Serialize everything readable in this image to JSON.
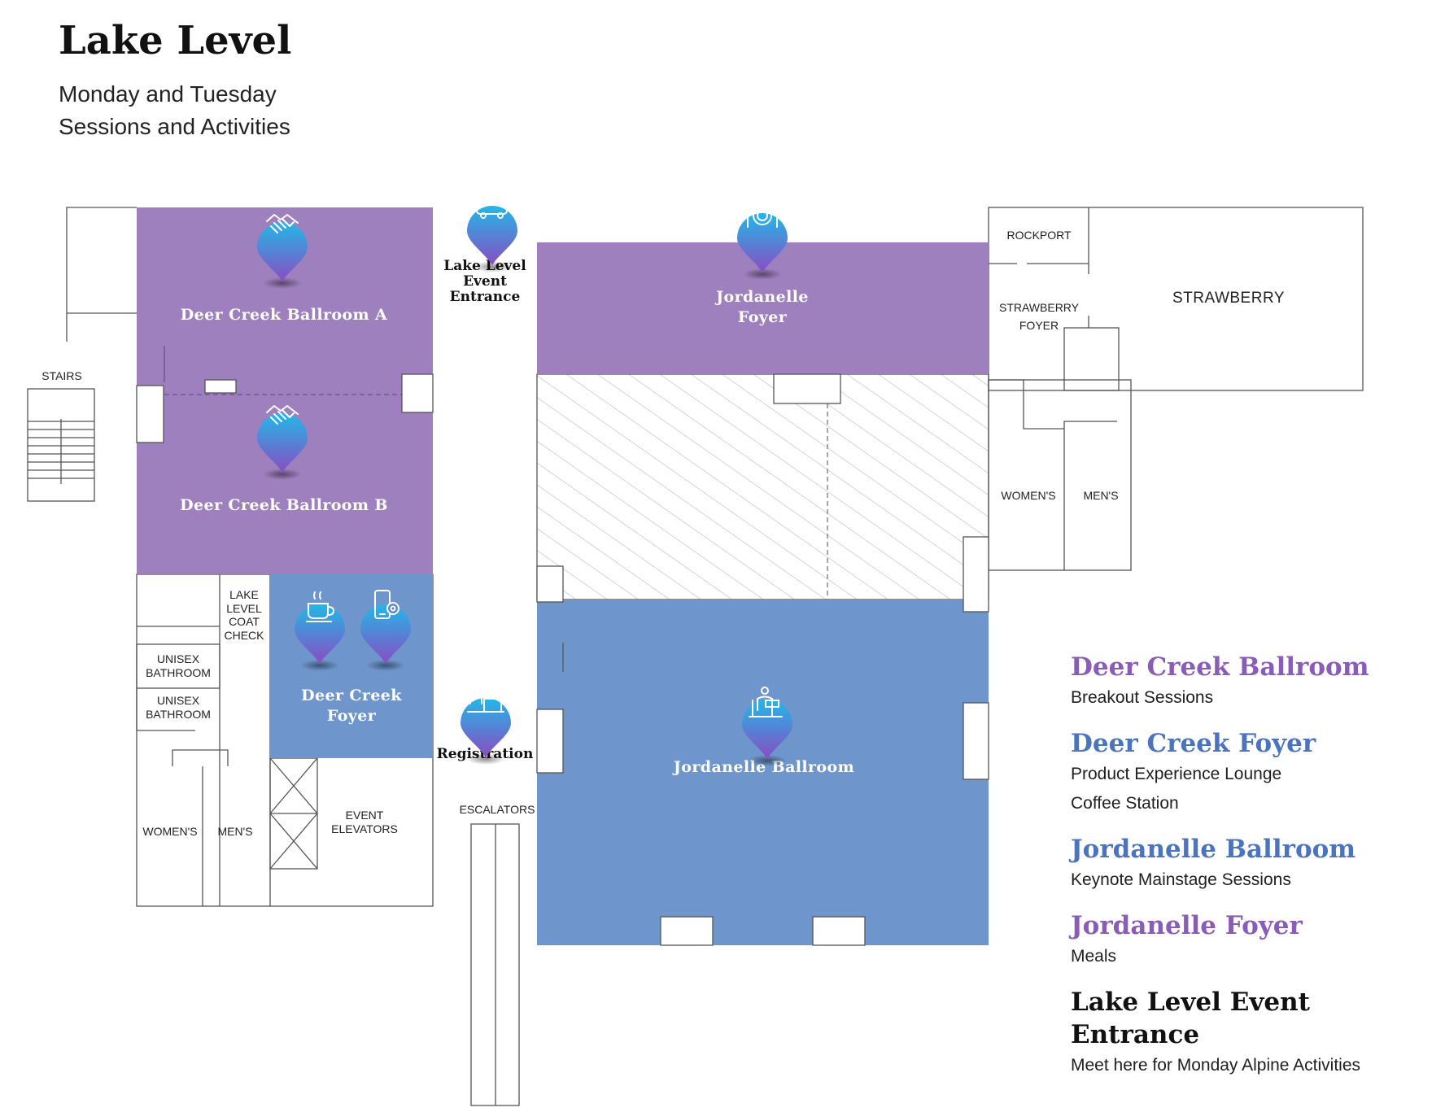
{
  "header": {
    "title": "Lake Level",
    "subtitle_line1": "Monday and Tuesday",
    "subtitle_line2": "Sessions and Activities"
  },
  "colors": {
    "purple": "#9f80bf",
    "blue": "#6e96cc",
    "legend_purple": "#8a5cb8",
    "legend_blue": "#4a74bf",
    "pin_top": "#22b8e8",
    "pin_bottom": "#8a4cc2"
  },
  "map": {
    "rooms": {
      "deer_creek_a": "Deer Creek Ballroom A",
      "deer_creek_b": "Deer Creek Ballroom B",
      "deer_creek_foyer_1": "Deer Creek",
      "deer_creek_foyer_2": "Foyer",
      "jordanelle_foyer_1": "Jordanelle",
      "jordanelle_foyer_2": "Foyer",
      "jordanelle_ballroom": "Jordanelle Ballroom",
      "entrance_1": "Lake Level",
      "entrance_2": "Event",
      "entrance_3": "Entrance",
      "registration": "Registration"
    },
    "labels": {
      "stairs": "STAIRS",
      "coat_1": "LAKE",
      "coat_2": "LEVEL",
      "coat_3": "COAT",
      "coat_4": "CHECK",
      "unisex_1a": "UNISEX",
      "unisex_1b": "BATHROOM",
      "unisex_2a": "UNISEX",
      "unisex_2b": "BATHROOM",
      "womens_left": "WOMEN'S",
      "mens_left": "MEN'S",
      "elevators_1": "EVENT",
      "elevators_2": "ELEVATORS",
      "escalators": "ESCALATORS",
      "rockport": "ROCKPORT",
      "strawberry": "STRAWBERRY",
      "strawberry_foyer_1": "STRAWBERRY",
      "strawberry_foyer_2": "FOYER",
      "womens_right": "WOMEN'S",
      "mens_right": "MEN'S"
    },
    "pins": [
      {
        "id": "pin-deer-creek-a",
        "icon": "handshake-icon"
      },
      {
        "id": "pin-deer-creek-b",
        "icon": "handshake-icon"
      },
      {
        "id": "pin-coffee",
        "icon": "coffee-cup-icon"
      },
      {
        "id": "pin-product",
        "icon": "phone-gear-icon"
      },
      {
        "id": "pin-entrance",
        "icon": "shuttle-bus-icon"
      },
      {
        "id": "pin-meals",
        "icon": "plate-utensils-icon"
      },
      {
        "id": "pin-registration",
        "icon": "registration-desk-icon"
      },
      {
        "id": "pin-keynote",
        "icon": "speaker-podium-icon"
      }
    ]
  },
  "legend": [
    {
      "name": "Deer Creek Ballroom",
      "color": "#8a5cb8",
      "desc": [
        "Breakout Sessions"
      ]
    },
    {
      "name": "Deer Creek Foyer",
      "color": "#4a74bf",
      "desc": [
        "Product Experience Lounge",
        "Coffee Station"
      ]
    },
    {
      "name": "Jordanelle Ballroom",
      "color": "#4a74bf",
      "desc": [
        "Keynote Mainstage Sessions"
      ]
    },
    {
      "name": "Jordanelle Foyer",
      "color": "#8a5cb8",
      "desc": [
        "Meals"
      ]
    },
    {
      "name": "Lake Level Event Entrance",
      "color": "#111111",
      "desc": [
        "Meet here for Monday Alpine Activities"
      ]
    }
  ]
}
